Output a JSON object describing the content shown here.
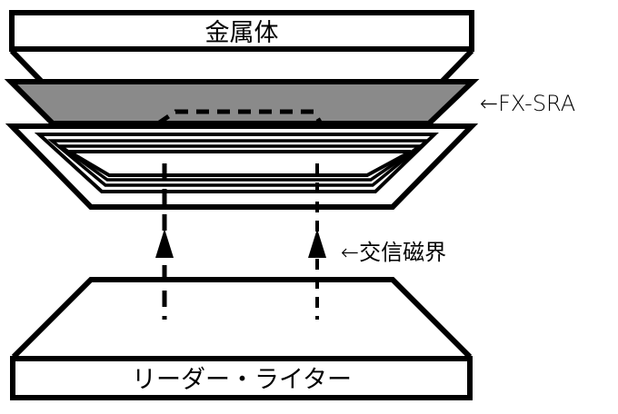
{
  "diagram": {
    "type": "layer-stack",
    "labels": {
      "metal_body": "金属体",
      "sheet": "←FX-SRA",
      "magnetic_field": "←交信磁界",
      "reader_writer": "リーダー・ライター"
    },
    "colors": {
      "stroke": "#000000",
      "sheet_fill": "#8a8a8a",
      "background": "#ffffff"
    },
    "layers": [
      {
        "id": "metal_body",
        "label": "金属体"
      },
      {
        "id": "fx_sra_sheet",
        "label": "FX-SRA"
      },
      {
        "id": "rfid_tag_antenna",
        "label": ""
      },
      {
        "id": "magnetic_field",
        "label": "交信磁界"
      },
      {
        "id": "reader_writer",
        "label": "リーダー・ライター"
      }
    ]
  }
}
